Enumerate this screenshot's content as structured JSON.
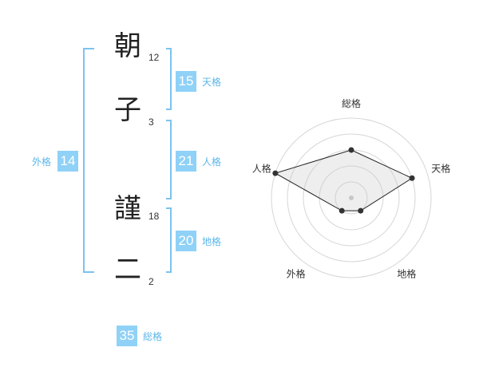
{
  "name": {
    "chars": [
      {
        "kanji": "朝",
        "strokes": "12"
      },
      {
        "kanji": "子",
        "strokes": "3"
      },
      {
        "kanji": "謹",
        "strokes": "18"
      },
      {
        "kanji": "二",
        "strokes": "2"
      }
    ]
  },
  "fortune": {
    "tenkaku": {
      "value": "15",
      "label": "天格"
    },
    "jinkaku": {
      "value": "21",
      "label": "人格"
    },
    "chikaku": {
      "value": "20",
      "label": "地格"
    },
    "gaikaku": {
      "value": "14",
      "label": "外格"
    },
    "soukaku": {
      "value": "35",
      "label": "総格"
    }
  },
  "colors": {
    "accent": "#8fd1f7",
    "accent_text": "#5bb6ea",
    "bracket": "#7cc3ef"
  },
  "chart_data": {
    "type": "radar",
    "axes": [
      "総格",
      "天格",
      "地格",
      "外格",
      "人格"
    ],
    "values": [
      3,
      4,
      1,
      1,
      5
    ],
    "rmax": 5,
    "rings": 5
  }
}
